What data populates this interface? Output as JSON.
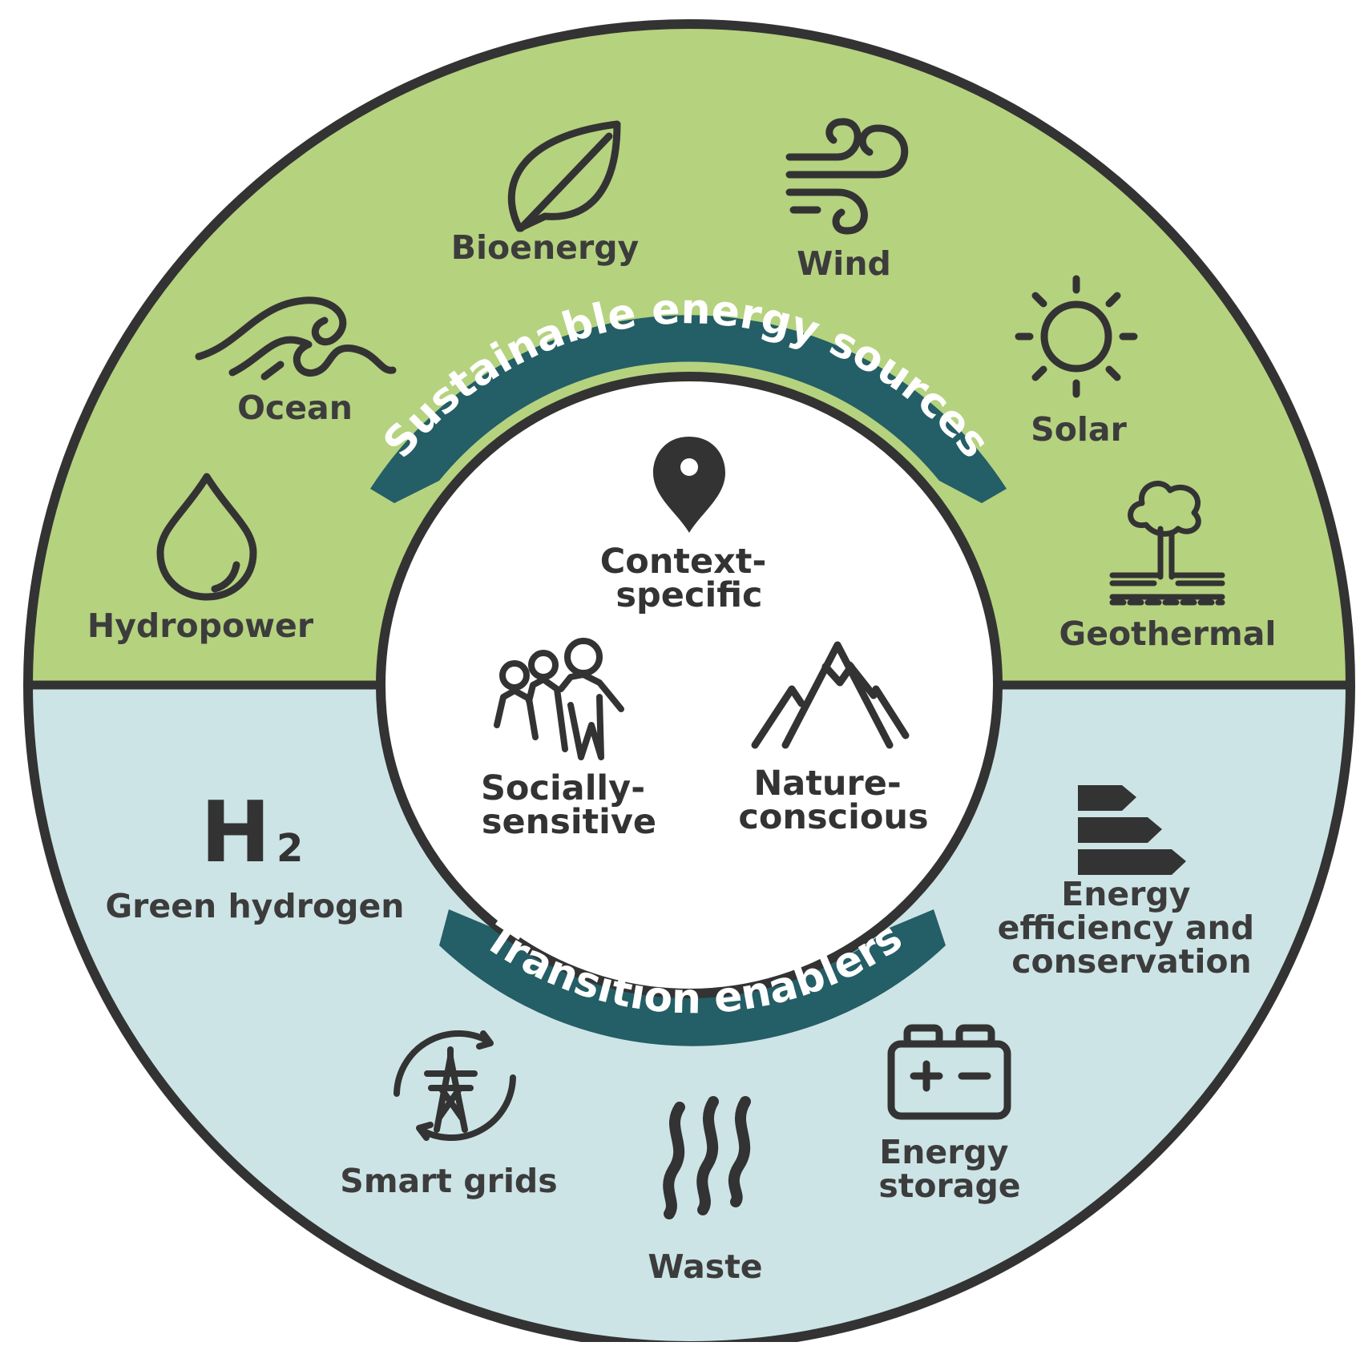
{
  "colors": {
    "top_half": "#b5d27f",
    "bottom_half": "#cde4e6",
    "outline": "#333333",
    "banner": "#245e66",
    "center": "#ffffff"
  },
  "banners": {
    "top": "Sustainable energy sources",
    "bottom": "Transition enablers"
  },
  "center": {
    "context": [
      "Context-",
      "specific"
    ],
    "social": [
      "Socially-",
      "sensitive"
    ],
    "nature": [
      "Nature-",
      "conscious"
    ]
  },
  "sources": {
    "bioenergy": "Bioenergy",
    "wind": "Wind",
    "ocean": "Ocean",
    "solar": "Solar",
    "hydropower": "Hydropower",
    "geothermal": "Geothermal"
  },
  "enablers": {
    "h2_symbol": "H",
    "h2_sub": "2",
    "green_hydrogen": "Green hydrogen",
    "efficiency": [
      "Energy",
      "efficiency and",
      "conservation"
    ],
    "smart_grids": "Smart grids",
    "waste": "Waste",
    "storage": [
      "Energy",
      "storage"
    ]
  },
  "icons": [
    "leaf-icon",
    "wind-icon",
    "wave-icon",
    "sun-icon",
    "water-drop-icon",
    "geyser-icon",
    "location-pin-icon",
    "people-icon",
    "mountain-icon",
    "hydrogen-icon",
    "efficiency-bars-icon",
    "pylon-icon",
    "heat-waves-icon",
    "battery-icon"
  ]
}
